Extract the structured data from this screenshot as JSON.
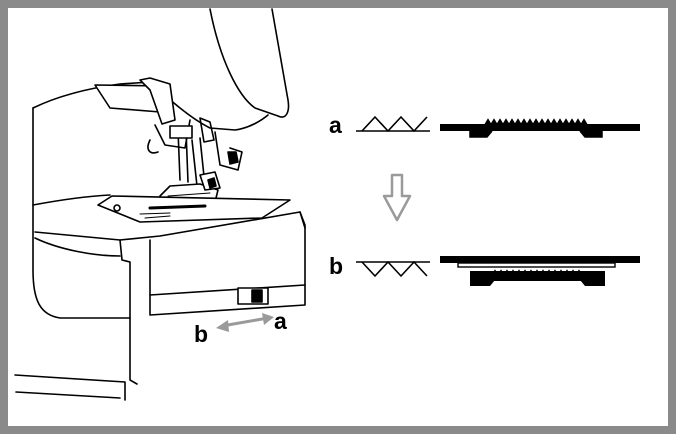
{
  "figure": {
    "machine": {
      "switch_labels": {
        "left": "b",
        "right": "a"
      }
    },
    "states": [
      {
        "label": "a",
        "feed_dog_position": "raised"
      },
      {
        "label": "b",
        "feed_dog_position": "lowered"
      }
    ],
    "colors": {
      "frame": "#8a8a8a",
      "line": "#000000",
      "arrow": "#9a9a9a",
      "feed_dog": "#000000"
    },
    "icons": [
      "double-arrow-icon",
      "down-arrow-icon",
      "zigzag-up-icon",
      "zigzag-down-icon"
    ]
  }
}
